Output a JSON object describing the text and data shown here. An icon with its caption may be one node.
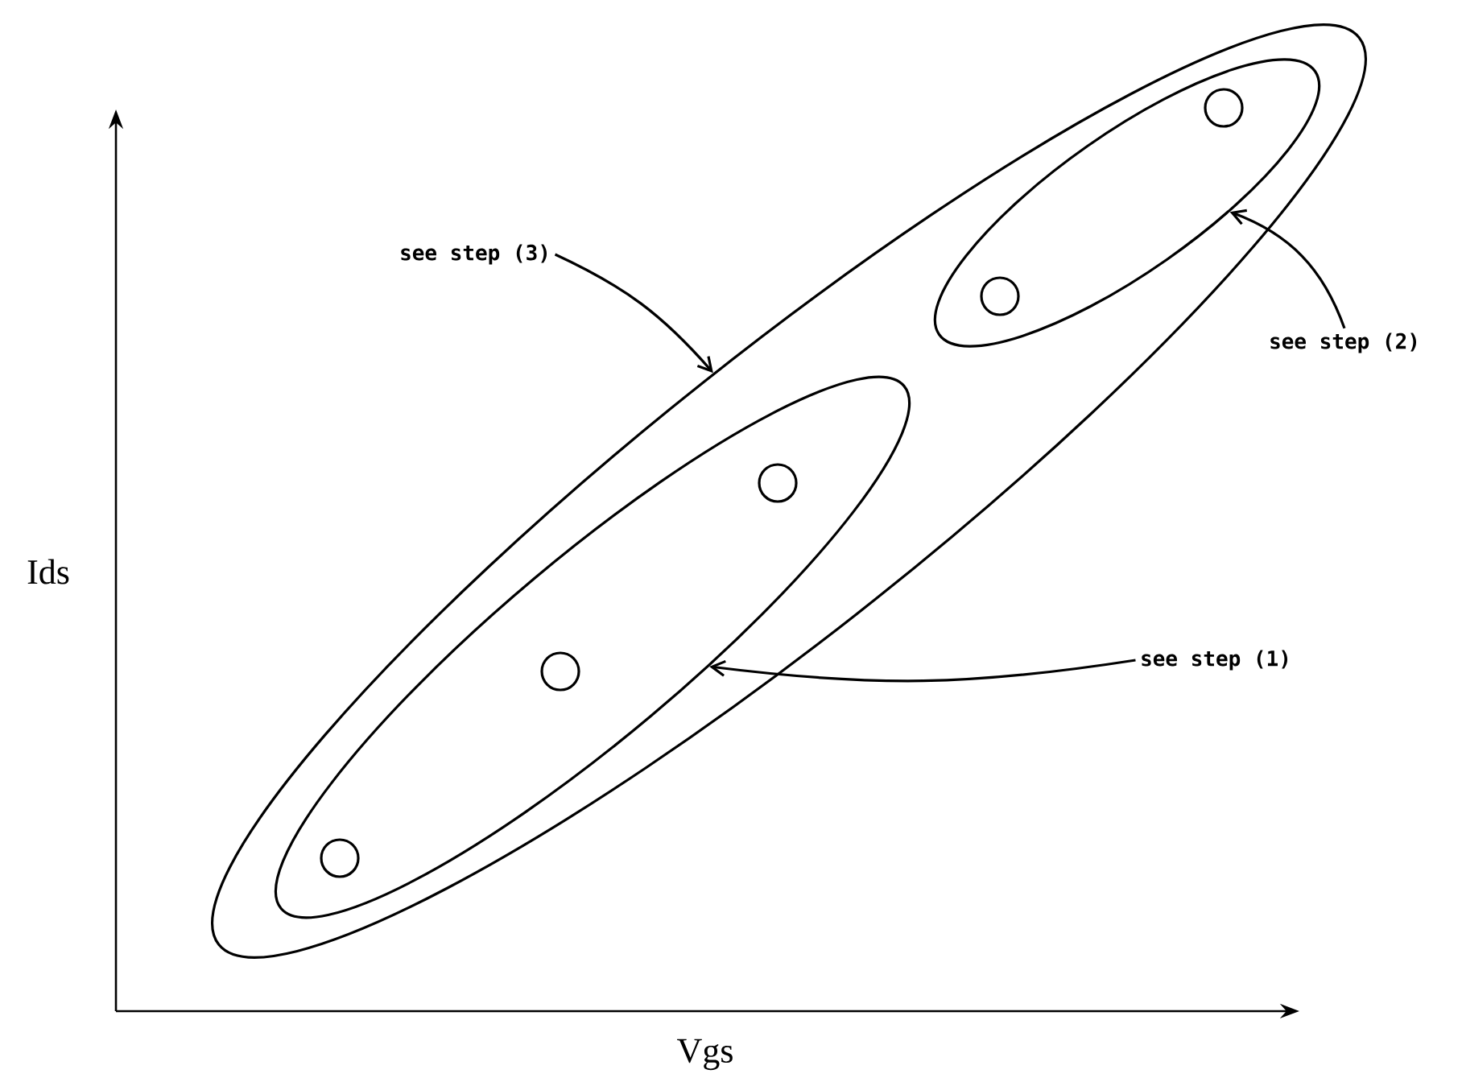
{
  "diagram": {
    "nodes": [
      {
        "text": [],
        "shape": "ellipse"
      },
      {
        "text": [],
        "shape": "ellipse",
        "in": 0
      },
      {
        "text": [],
        "shape": "circle",
        "in": 1
      },
      {
        "text": [],
        "shape": "circle",
        "in": 1
      },
      {
        "text": [],
        "shape": "circle",
        "in": 1
      },
      {
        "text": [],
        "shape": "ellipse",
        "in": 0
      },
      {
        "text": [],
        "shape": "circle",
        "in": 5
      },
      {
        "text": [],
        "shape": "circle",
        "in": 5
      },
      {
        "text": [
          "see step (3)"
        ]
      },
      {
        "text": [
          "see step (2)"
        ]
      },
      {
        "text": [
          "see step (1)"
        ]
      }
    ],
    "edges": [
      {
        "from": 8,
        "to": 0,
        "arrow": "to"
      },
      {
        "from": 9,
        "to": 5,
        "arrow": "to"
      },
      {
        "from": 10,
        "to": 1,
        "arrow": "to"
      }
    ],
    "labels": [
      "Ids",
      "Vgs"
    ]
  }
}
